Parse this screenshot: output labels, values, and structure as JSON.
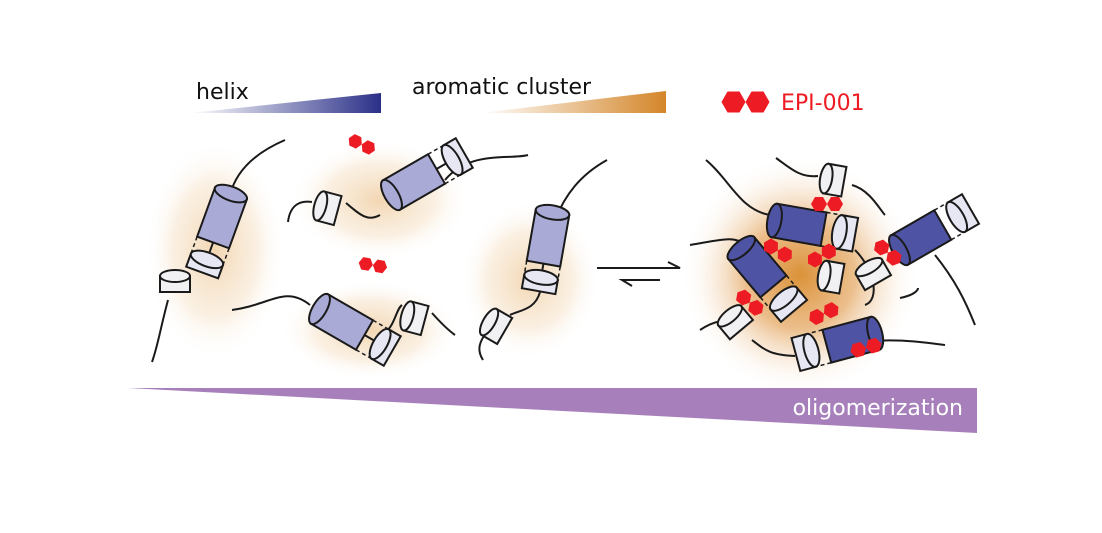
{
  "legend": {
    "helix": {
      "label": "helix",
      "gradient": [
        "#ffffff",
        "#2b3088"
      ]
    },
    "aromatic": {
      "label": "aromatic cluster",
      "gradient": [
        "#ffffff",
        "#d4862a"
      ]
    },
    "drug": {
      "label": "EPI-001",
      "color": "#ed1c24"
    }
  },
  "oligomer_bar": {
    "label": "oligomerization",
    "color": "#a780bb",
    "text_color": "#ffffff"
  },
  "colors": {
    "helix_light": "#a9abd6",
    "helix_dark": "#4f53a3",
    "cap_light": "#e6e7f3",
    "cap_white": "#f1f1f4",
    "glow": "#e9b97a",
    "line": "#1a1a1a"
  },
  "equilibrium": {
    "symbol": "reversible-arrow"
  }
}
